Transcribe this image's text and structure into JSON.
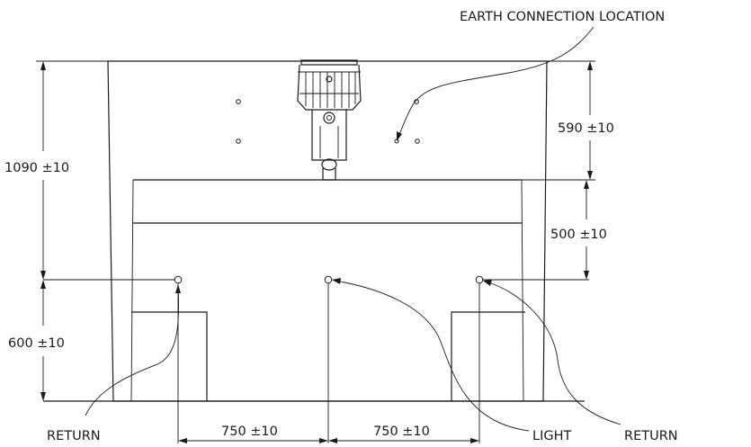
{
  "callouts": {
    "earth": "EARTH CONNECTION LOCATION",
    "return_left": "RETURN",
    "light": "LIGHT",
    "return_right": "RETURN"
  },
  "dimensions": {
    "overall_height": "1090 ±10",
    "top_section": "590 ±10",
    "middle_section": "500 ±10",
    "connection_height": "600 ±10",
    "left_spacing": "750 ±10",
    "right_spacing": "750 ±10"
  }
}
